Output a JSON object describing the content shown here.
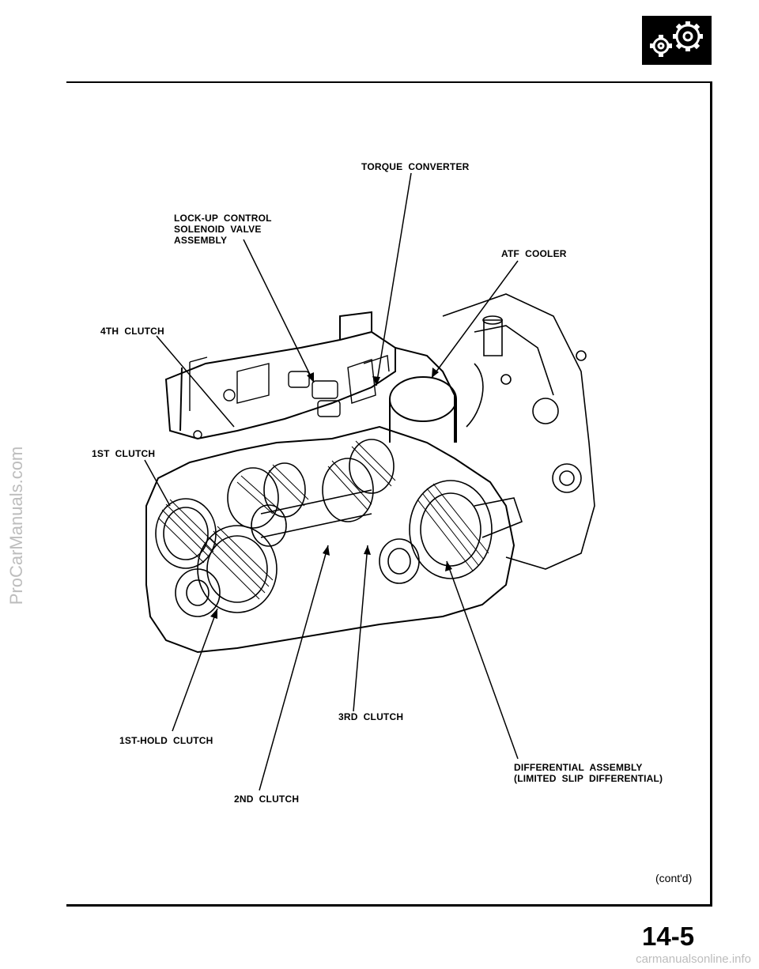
{
  "labels": {
    "torque_converter": "TORQUE  CONVERTER",
    "lockup_line1": "LOCK-UP  CONTROL",
    "lockup_line2": "SOLENOID  VALVE",
    "lockup_line3": "ASSEMBLY",
    "atf_cooler": "ATF  COOLER",
    "fourth_clutch": "4TH  CLUTCH",
    "first_clutch": "1ST  CLUTCH",
    "third_clutch": "3RD  CLUTCH",
    "first_hold_clutch": "1ST-HOLD  CLUTCH",
    "differential_line1": "DIFFERENTIAL  ASSEMBLY",
    "differential_line2": "(LIMITED  SLIP  DIFFERENTIAL)",
    "second_clutch": "2ND  CLUTCH"
  },
  "continued": "(cont'd)",
  "page_number": "14-5",
  "watermark_side": "ProCarManuals.com",
  "watermark_footer": "carmanualsonline.info",
  "section_icon": "gears-icon"
}
